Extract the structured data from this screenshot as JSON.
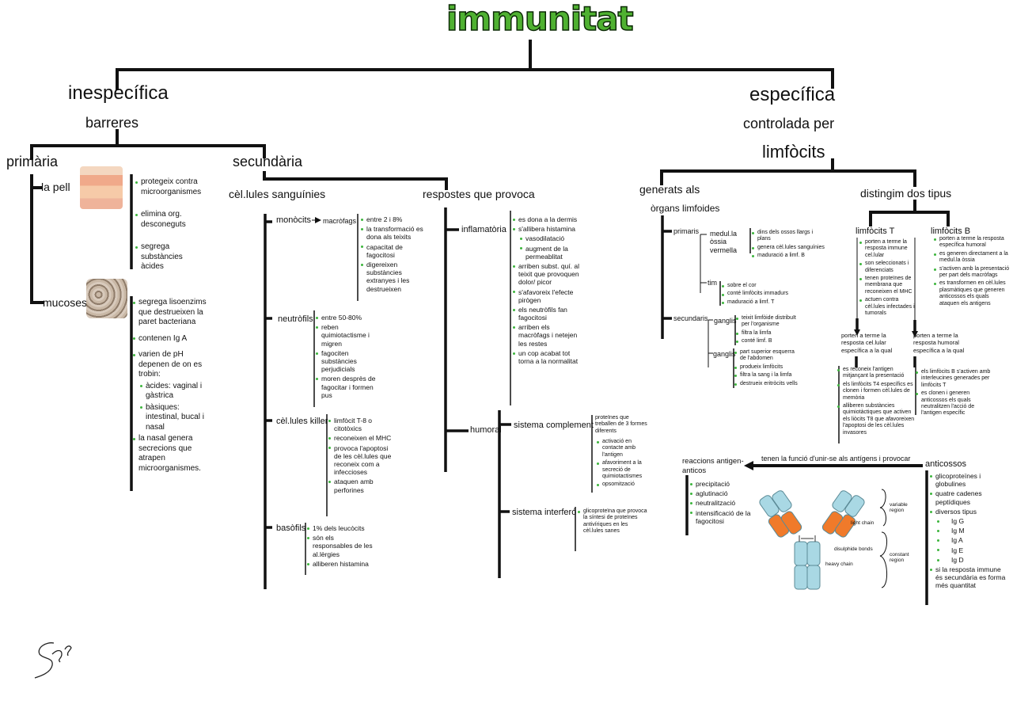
{
  "title": "immunitat",
  "left": {
    "heading": "inespecífica",
    "sub": "barreres",
    "primaria": {
      "label": "primària",
      "pell": {
        "label": "la pell",
        "items": [
          "protegeix contra microorganismes",
          "elimina org. desconeguts",
          "segrega substàncies àcides"
        ]
      },
      "mucoses": {
        "label": "mucoses",
        "items": [
          "segrega lisoenzims que destrueixen la paret bacteriana",
          "contenen Ig A",
          "varien de pH depenen de on es trobin:",
          "àcides: vaginal i gàstrica",
          "bàsiques: intestinal, bucal i nasal",
          "la nasal genera secrecions que atrapen microorganismes."
        ]
      }
    },
    "secundaria": {
      "label": "secundària",
      "cells": {
        "label": "cèl.lules sanguínies",
        "monocits": {
          "label": "monòcits",
          "arrow": "→",
          "target": "macròfags",
          "items": [
            "entre 2 i 8%",
            "la transformació es dona als teixits",
            "capacitat de fagocitosi",
            "digereixen substàncies extranyes i les destrueixen"
          ]
        },
        "neutrofils": {
          "label": "neutròfils",
          "items": [
            "entre 50-80%",
            "reben quimiotactisme i migren",
            "fagociten substàncies perjudicials",
            "moren desprès de fagocitar i formen pus"
          ]
        },
        "killer": {
          "label": "cèl.lules killer",
          "items": [
            "limfòcit T-8 o citotòxics",
            "reconeixen el MHC",
            "provoca l'apoptosi de les cèl.lules que reconeix com a infeccioses",
            "ataquen amb perforines"
          ]
        },
        "basofils": {
          "label": "basòfils",
          "items": [
            "1% dels leucòcits",
            "són els responsables de les al.lèrgies",
            "alliberen histamina"
          ]
        }
      },
      "respostes": {
        "label": "respostes que provoca",
        "inflamatoria": {
          "label": "inflamatòria",
          "items": [
            "es dona a la dermis",
            "s'allibera histamina",
            "vasodilatació",
            "augment de la permeablitat",
            "arriben subst. quí. al teixit que provoquen dolor/ picor",
            "s'afavoreix l'efecte pirògen",
            "els neutròfils fan fagocitosi",
            "arriben els macròfags i netejen les restes",
            "un cop acabat tot torna a la normalitat"
          ]
        },
        "humoral": {
          "label": "humoral",
          "complement": {
            "label": "sistema complement",
            "items": [
              "proteïnes que treballen de 3 formes diferents",
              "activació en contacte amb l'antigen",
              "afavoriment a la secreció de quimiotactismes",
              "opsomització"
            ]
          },
          "interfero": {
            "label": "sistema interferó",
            "items": [
              "glicoproteïna que provoca la síntesi de proteïnes antivíriques en les cèl.lules sanes"
            ]
          }
        }
      }
    }
  },
  "right": {
    "heading": "específica",
    "sub1": "controlada per",
    "sub2": "limfòcits",
    "generats": {
      "label": "generats als",
      "sub": "òrgans limfoides",
      "primaris": {
        "label": "primaris",
        "medula": {
          "label": "medul.la òssia vermella",
          "items": [
            "dins dels ossos llargs i plans",
            "genera cèl.lules sanguínies",
            "maduració a limf. B"
          ]
        },
        "tim": {
          "label": "tim",
          "items": [
            "sobre el cor",
            "conté limfòcits immadurs",
            "maduració a limf. T"
          ]
        }
      },
      "secundaris": {
        "label": "secundaris",
        "ganglis1": {
          "label": "ganglis",
          "items": [
            "teixit limfòide distribuït per l'organisme",
            "filtra la limfa",
            "conté limf. B"
          ]
        },
        "ganglis2": {
          "label": "ganglis",
          "items": [
            "part superior esquerra de l'abdomen",
            "produeix limfòcits",
            "filtra la sang i la limfa",
            "destrueix eritròcits vells"
          ]
        }
      }
    },
    "tipus": {
      "label": "distingim dos tipus",
      "T": {
        "label": "limfòcits T",
        "items": [
          "porten a terme la resposta immune cel.lular",
          "son seleccionats i diferenciats",
          "tenen proteïnes de membrana que reconeixen el MHC",
          "actuen contra cèl.lules infectades i tumorals"
        ],
        "resposta": "porten a terme la resposta cel.lular específica a la qual",
        "items2": [
          "es reconeix l'antigen mitjançant la presentació",
          "els limfòcits T4 específics es clonen i formen cèl.lules de memòria",
          "alliberen substàncies quimiotàctiques que activen els liòcits T8 que afavoreixen l'apoptosi de les cèl.lules invasores"
        ]
      },
      "B": {
        "label": "limfòcits B",
        "items": [
          "porten a terme la resposta específica humoral",
          "es generen directament a la medul.la òssia",
          "s'activen amb la presentació per part dels macròfags",
          "es transformen en cèl.lules plasmàtiques que generen anticossos els quals ataquen els antigens"
        ],
        "resposta": "porten a terme la resposta humoral específica a la qual",
        "items2": [
          "els limfòcits B s'activen amb interleucines generades per limfòcits T",
          "es clonen i generen anticossos els quals neutralitzen l'acció de l'antigen específic"
        ]
      }
    },
    "anticossos": {
      "label": "anticossos",
      "arrow_text": "tenen la funció d'unir-se als antígens i provocar",
      "reaccions": "reaccions antigen-anticos",
      "reaccions_items": [
        "precipitació",
        "aglutinació",
        "neutralització",
        "intensificació de la fagocitosi"
      ],
      "items": [
        "glicoproteïnes i globulines",
        "quatre cadenes peptídiques",
        "diversos tipus",
        "Ig G",
        "Ig M",
        "Ig A",
        "Ig E",
        "Ig D",
        "si la resposta immune és secundària es forma més quantitat"
      ],
      "diagram": {
        "light_chain": "light chain",
        "heavy_chain": "heavy chain",
        "disulphide": "disulphide bonds",
        "variable": "variable region",
        "constant": "constant region"
      }
    }
  },
  "colors": {
    "title_green": "#4fb131",
    "bullet_green": "#3db53d",
    "chain_blue": "#a9d8e4",
    "chain_orange": "#f07a2a"
  }
}
